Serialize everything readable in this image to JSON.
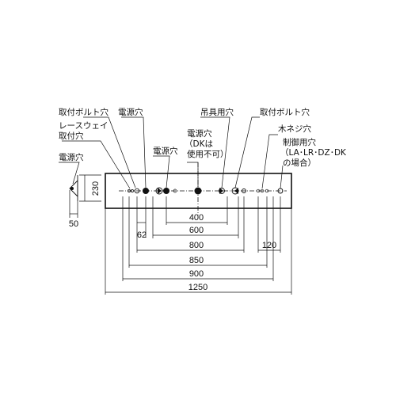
{
  "labels": {
    "mount_bolt_left": "取付ボルト穴",
    "power_left": "電源穴",
    "raceway_line1": "レースウェイ",
    "raceway_line2": "取付穴",
    "power_side": "電源穴",
    "power_center_line1": "電源穴",
    "power_center_line2": "（DKは",
    "power_center_line3": "使用不可）",
    "power_mid": "電源穴",
    "hanger": "吊具用穴",
    "mount_bolt_right": "取付ボルト穴",
    "wood_screw": "木ネジ穴",
    "control_line1": "制御用穴",
    "control_line2": "（LA･LR･DZ･DK",
    "control_line3": "の場合）"
  },
  "dimensions": {
    "height": "230",
    "side_width": "50",
    "d62": "62",
    "d400": "400",
    "d600": "600",
    "d800": "800",
    "d120": "120",
    "d850": "850",
    "d900": "900",
    "d1250": "1250"
  }
}
